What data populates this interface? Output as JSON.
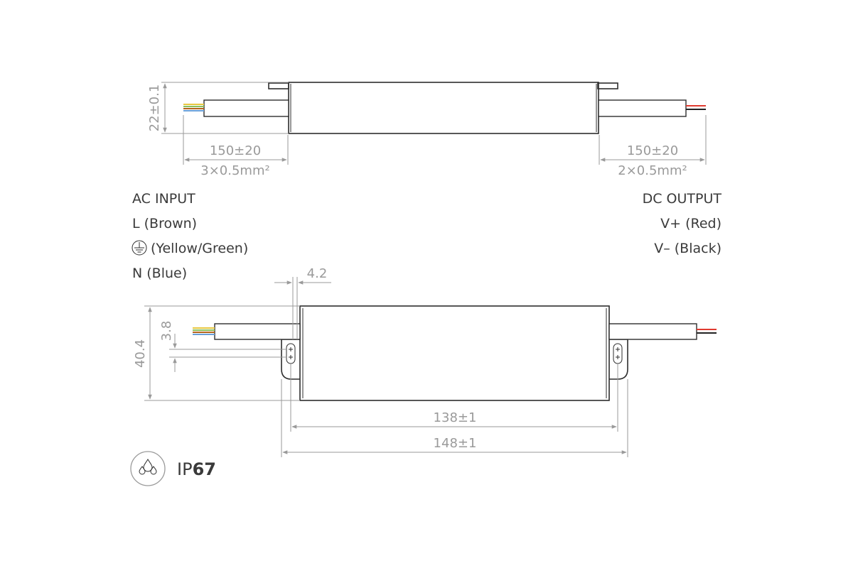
{
  "dimensions": {
    "height_side": "22±0.1",
    "cable_length_left": "150±20",
    "cable_section_left": "3×0.5mm²",
    "cable_length_right": "150±20",
    "cable_section_right": "2×0.5mm²",
    "tab_offset": "4.2",
    "hole_size": "3.8",
    "width_top": "40.4",
    "hole_spacing": "138±1",
    "total_length": "148±1"
  },
  "ac_input": {
    "title": "AC INPUT",
    "line": "L (Brown)",
    "earth": "(Yellow/Green)",
    "neutral": "N (Blue)"
  },
  "dc_output": {
    "title": "DC OUTPUT",
    "positive": "V+ (Red)",
    "negative": "V– (Black)"
  },
  "protection": {
    "prefix": "IP",
    "rating": "67",
    "icon": "water-drops-icon"
  },
  "colors": {
    "outline": "#2d2d2d",
    "dimension": "#9a9a9a",
    "text": "#3a3a3a",
    "wire_brown": "#b5651d",
    "wire_yellow": "#e8c840",
    "wire_green": "#8bbf5a",
    "wire_blue": "#6aa0d8",
    "wire_red": "#e03a2f",
    "wire_black": "#222222"
  }
}
